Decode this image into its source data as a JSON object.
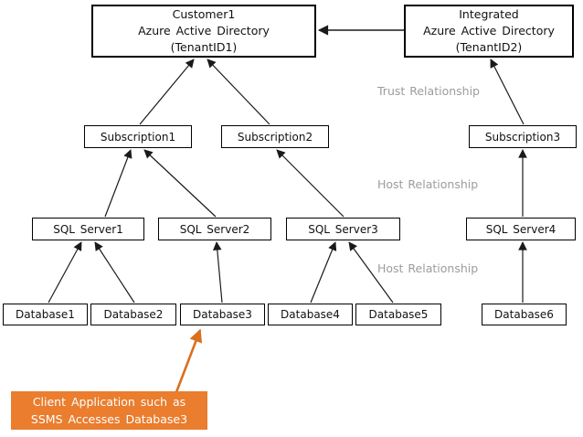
{
  "diagram": {
    "nodes": {
      "customer_aad": {
        "label": "Customer1\nAzure Active Directory\n(TenantID1)"
      },
      "integrated_aad": {
        "label": "Integrated\nAzure Active Directory\n(TenantID2)"
      },
      "subscription1": {
        "label": "Subscription1"
      },
      "subscription2": {
        "label": "Subscription2"
      },
      "subscription3": {
        "label": "Subscription3"
      },
      "sql_server1": {
        "label": "SQL Server1"
      },
      "sql_server2": {
        "label": "SQL Server2"
      },
      "sql_server3": {
        "label": "SQL Server3"
      },
      "sql_server4": {
        "label": "SQL Server4"
      },
      "database1": {
        "label": "Database1"
      },
      "database2": {
        "label": "Database2"
      },
      "database3": {
        "label": "Database3"
      },
      "database4": {
        "label": "Database4"
      },
      "database5": {
        "label": "Database5"
      },
      "database6": {
        "label": "Database6"
      },
      "client_app": {
        "label": "Client Application such as\nSSMS Accesses Database3"
      }
    },
    "relationship_labels": {
      "trust": "Trust Relationship",
      "host_upper": "Host Relationship",
      "host_lower": "Host Relationship"
    },
    "edges": [
      {
        "from": "Subscription1",
        "to": "Customer1 Azure Active Directory",
        "type": "trust-member"
      },
      {
        "from": "Subscription2",
        "to": "Customer1 Azure Active Directory",
        "type": "trust-member"
      },
      {
        "from": "Integrated Azure Active Directory",
        "to": "Customer1 Azure Active Directory",
        "type": "trust"
      },
      {
        "from": "Subscription3",
        "to": "Integrated Azure Active Directory",
        "type": "trust"
      },
      {
        "from": "SQL Server1",
        "to": "Subscription1",
        "type": "host"
      },
      {
        "from": "SQL Server2",
        "to": "Subscription1",
        "type": "host"
      },
      {
        "from": "SQL Server3",
        "to": "Subscription2",
        "type": "host"
      },
      {
        "from": "SQL Server4",
        "to": "Subscription3",
        "type": "host"
      },
      {
        "from": "Database1",
        "to": "SQL Server1",
        "type": "host"
      },
      {
        "from": "Database2",
        "to": "SQL Server1",
        "type": "host"
      },
      {
        "from": "Database3",
        "to": "SQL Server2",
        "type": "host"
      },
      {
        "from": "Database4",
        "to": "SQL Server3",
        "type": "host"
      },
      {
        "from": "Database5",
        "to": "SQL Server3",
        "type": "host"
      },
      {
        "from": "Database6",
        "to": "SQL Server4",
        "type": "host"
      },
      {
        "from": "Client Application",
        "to": "Database3",
        "type": "access"
      }
    ],
    "colors": {
      "node_border": "#000000",
      "node_background": "#ffffff",
      "arrow": "#1a1a1a",
      "relationship_label_text": "#9c9c9c",
      "callout_background": "#ea7d2e",
      "callout_text": "#ffffff",
      "callout_arrow": "#d9701f"
    }
  }
}
